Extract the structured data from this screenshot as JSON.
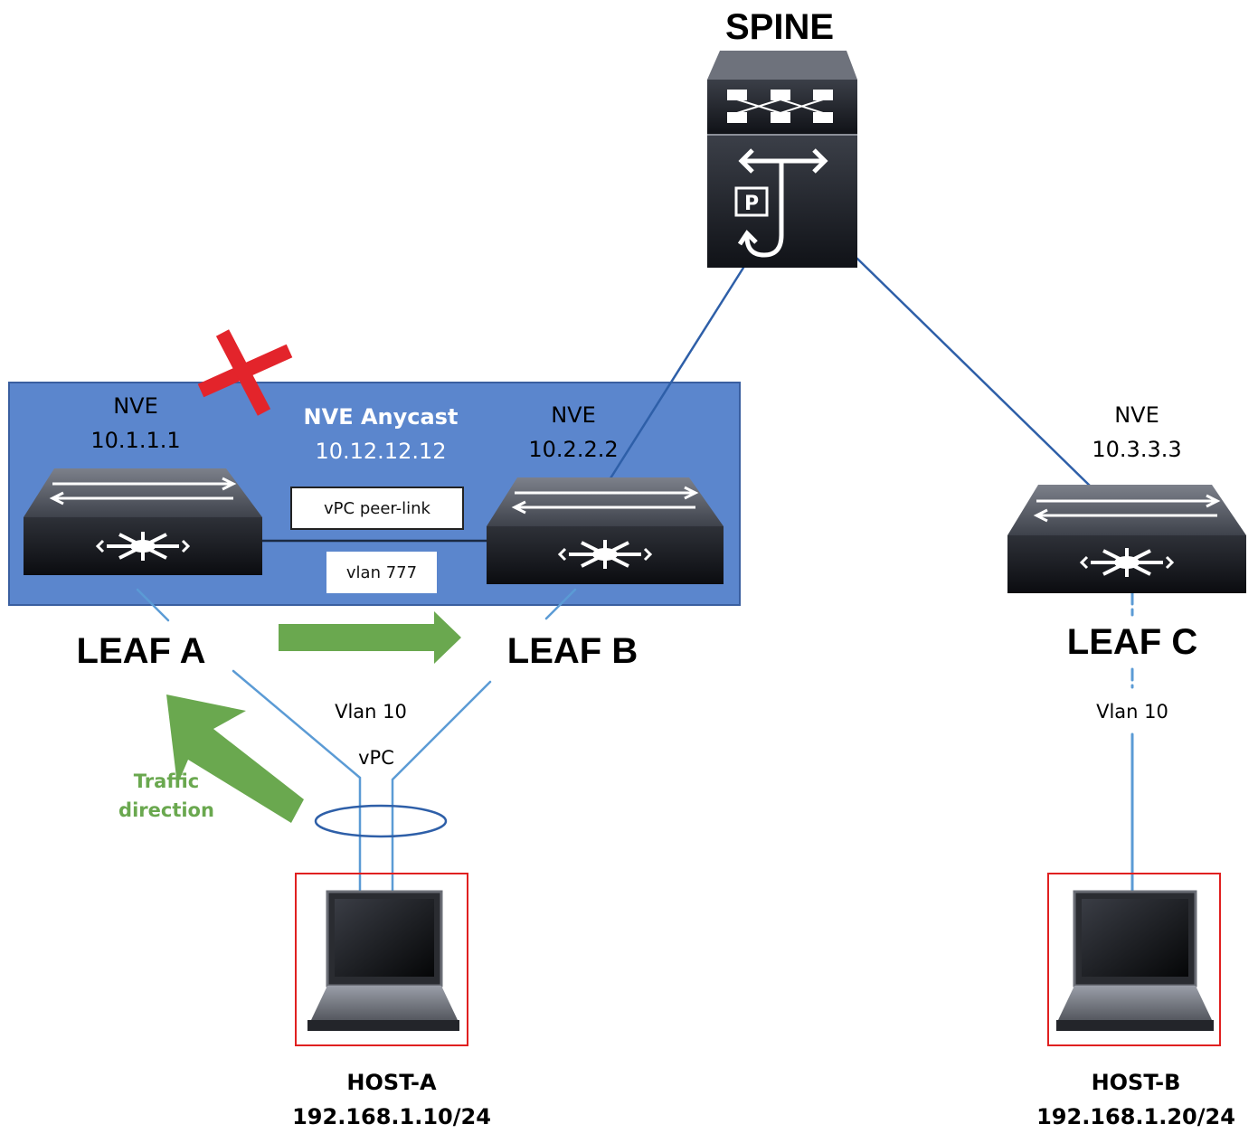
{
  "spine": {
    "title": "SPINE",
    "icon": "spine-switch-icon"
  },
  "vpc_domain": {
    "anycast_title": "NVE Anycast",
    "anycast_ip": "10.12.12.12",
    "peer_link_label": "vPC peer-link",
    "peer_vlan_label": "vlan 777",
    "fill_color": "#5b86cd"
  },
  "leafs": [
    {
      "name": "LEAF A",
      "nve_label": "NVE",
      "nve_ip": "10.1.1.1",
      "icon": "leaf-switch-icon",
      "failed": true
    },
    {
      "name": "LEAF B",
      "nve_label": "NVE",
      "nve_ip": "10.2.2.2",
      "icon": "leaf-switch-icon"
    },
    {
      "name": "LEAF C",
      "nve_label": "NVE",
      "nve_ip": "10.3.3.3",
      "icon": "leaf-switch-icon"
    }
  ],
  "links": {
    "vpc_vlan": "Vlan 10",
    "vpc_label": "vPC",
    "leafc_vlan": "Vlan 10"
  },
  "traffic": {
    "line1": "Traffic",
    "line2": "direction",
    "arrow_color": "#6aa84f"
  },
  "hosts": [
    {
      "name": "HOST-A",
      "ip": "192.168.1.10/24",
      "icon": "laptop-icon"
    },
    {
      "name": "HOST-B",
      "ip": "192.168.1.20/24",
      "icon": "laptop-icon"
    }
  ],
  "colors": {
    "link": "#2e5fa8",
    "host_border": "#e02020",
    "failure_mark": "#e3242b"
  }
}
